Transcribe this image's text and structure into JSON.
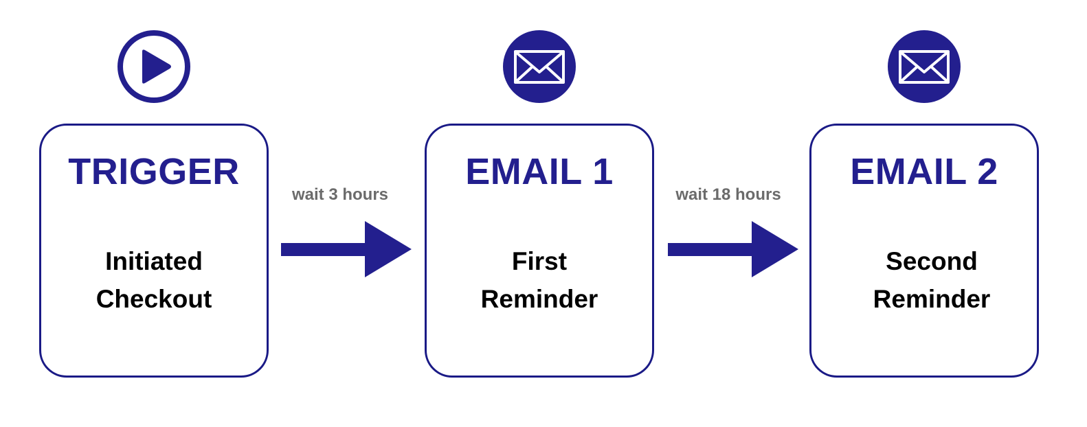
{
  "colors": {
    "accent": "#231f8e",
    "border": "#1a1a86",
    "body_text": "#000000",
    "wait_text": "#6b6b6b",
    "background": "#ffffff"
  },
  "steps": [
    {
      "icon": "play-icon",
      "title": "TRIGGER",
      "lines": [
        "Initiated",
        "Checkout"
      ]
    },
    {
      "icon": "envelope-icon",
      "title": "EMAIL 1",
      "lines": [
        "First",
        "Reminder"
      ]
    },
    {
      "icon": "envelope-icon",
      "title": "EMAIL 2",
      "lines": [
        "Second",
        "Reminder"
      ]
    }
  ],
  "connectors": [
    {
      "label": "wait 3 hours",
      "icon": "arrow-right-icon"
    },
    {
      "label": "wait 18 hours",
      "icon": "arrow-right-icon"
    }
  ]
}
